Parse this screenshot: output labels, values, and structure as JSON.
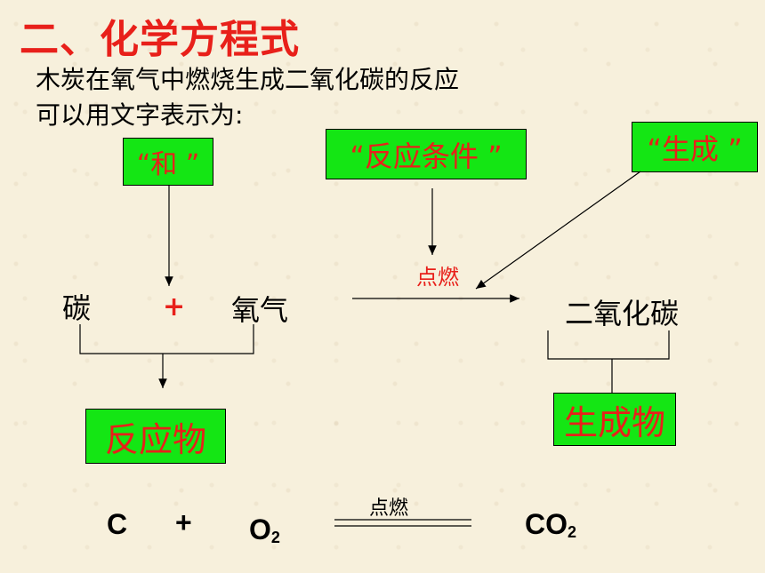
{
  "title": "二、化学方程式",
  "intro": [
    "木炭在氧气中燃烧生成二氧化碳的反应",
    "可以用文字表示为:"
  ],
  "labels": {
    "he": "“和 ”",
    "condition_box": "“反应条件 ”",
    "shengcheng_box": "“生成 ”",
    "reactants": "反应物",
    "products": "生成物"
  },
  "word_equation": {
    "carbon": "碳",
    "plus": "+",
    "oxygen": "氧气",
    "condition": "点燃",
    "product": "二氧化碳"
  },
  "chemical_equation": {
    "c": "C",
    "plus": "+",
    "o2_main": "O",
    "o2_sub": "2",
    "condition": "点燃",
    "co2_main": "CO",
    "co2_sub": "2"
  },
  "colors": {
    "red": "#e8201a",
    "green": "#14e614"
  }
}
